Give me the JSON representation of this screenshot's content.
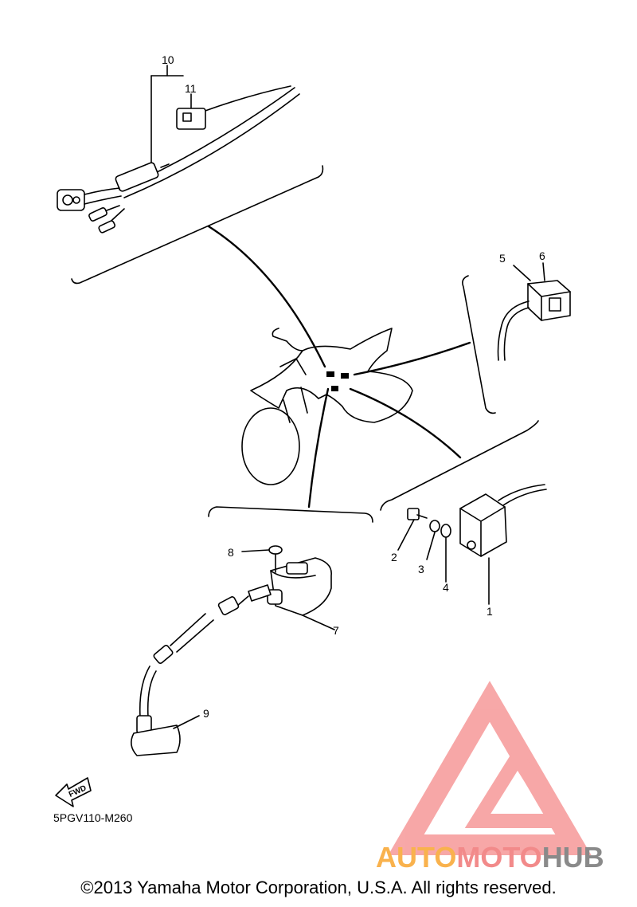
{
  "diagram_code": "5PGV110-M260",
  "copyright": "©2013 Yamaha Motor Corporation, U.S.A. All rights reserved.",
  "fwd_label": "FWD",
  "watermark": {
    "part1": "AUTO",
    "part2": "MOTO",
    "part3": "HUB",
    "colors": {
      "triangle": "#f7a3a3",
      "auto": "#f9b24d",
      "moto": "#f28a8a",
      "hub": "#8a8a8a"
    }
  },
  "callouts": {
    "c1": "1",
    "c2": "2",
    "c3": "3",
    "c4": "4",
    "c5": "5",
    "c6": "6",
    "c7": "7",
    "c8": "8",
    "c9": "9",
    "c10": "10",
    "c11": "11"
  }
}
